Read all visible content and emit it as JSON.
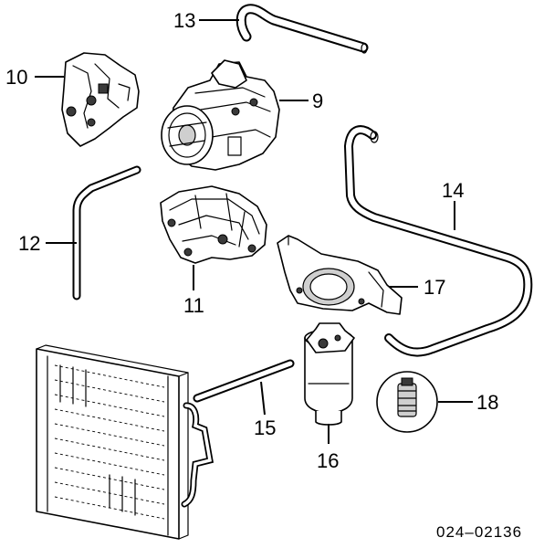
{
  "callouts": {
    "c9": "9",
    "c10": "10",
    "c11": "11",
    "c12": "12",
    "c13": "13",
    "c14": "14",
    "c15": "15",
    "c16": "16",
    "c17": "17",
    "c18": "18"
  },
  "diagram_code": "024–02136"
}
